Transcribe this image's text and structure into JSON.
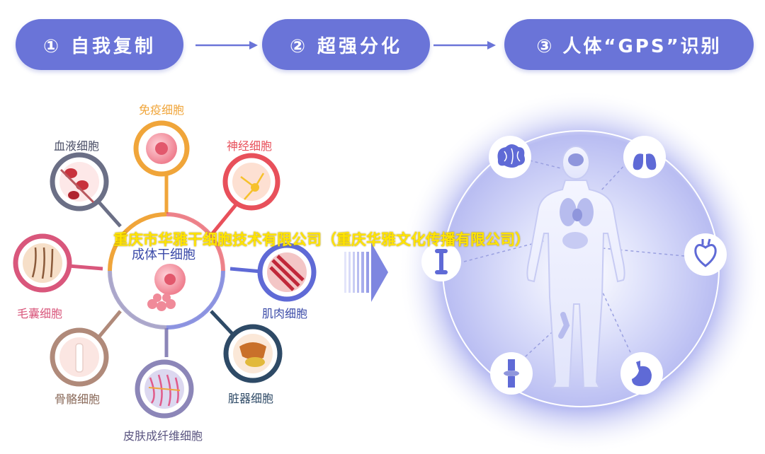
{
  "steps": [
    {
      "label": "① 自我复制"
    },
    {
      "label": "② 超强分化"
    },
    {
      "label": "③ 人体“GPS”识别"
    }
  ],
  "center_label": "成体干细胞",
  "cells": {
    "immune": "免疫细胞",
    "nerve": "神经细胞",
    "blood": "血液细胞",
    "hair": "毛囊细胞",
    "muscle": "肌肉细胞",
    "bone": "骨骼细胞",
    "organ": "脏器细胞",
    "skin": "皮肤成纤维细胞"
  },
  "watermark": "重庆市华雅干细胞技术有限公司（重庆华雅文化传播有限公司）",
  "icons": [
    "brain-icon",
    "lungs-icon",
    "heart-icon",
    "stomach-icon",
    "knee-icon",
    "bone-icon"
  ],
  "colors": {
    "pill": "#6a74d8",
    "immune": "#f0a53a",
    "nerve": "#e8505b",
    "blood": "#6b6f86",
    "hair": "#d9577c",
    "muscle": "#5f6ad6",
    "bone": "#b08a7a",
    "organ": "#2e4a66",
    "skin": "#8c86b8"
  }
}
